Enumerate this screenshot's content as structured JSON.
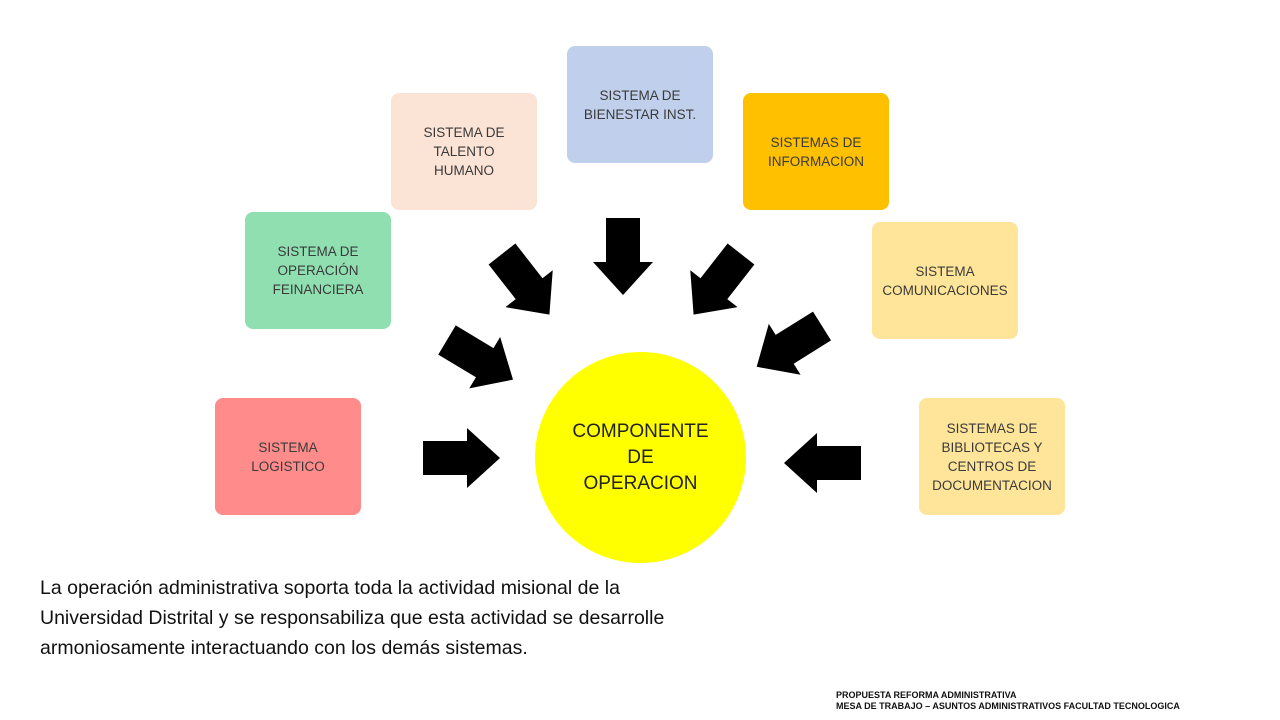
{
  "diagram": {
    "center": {
      "label": "COMPONENTE\nDE\nOPERACION",
      "color": "#ffff00"
    },
    "systems": [
      {
        "id": "logistico",
        "label": "SISTEMA\nLOGISTICO",
        "color": "#ff8b8b"
      },
      {
        "id": "financiera",
        "label": "SISTEMA DE\nOPERACIÓN\nFEINANCIERA",
        "color": "#8fdfb1"
      },
      {
        "id": "talento",
        "label": "SISTEMA DE\nTALENTO\nHUMANO",
        "color": "#fbe3d5"
      },
      {
        "id": "bienestar",
        "label": "SISTEMA DE\nBIENESTAR INST.",
        "color": "#c0d0ec"
      },
      {
        "id": "informacion",
        "label": "SISTEMAS DE\nINFORMACION",
        "color": "#ffc000"
      },
      {
        "id": "comunicaciones",
        "label": "SISTEMA\nCOMUNICACIONES",
        "color": "#ffe599"
      },
      {
        "id": "bibliotecas",
        "label": "SISTEMAS DE\nBIBLIOTECAS Y\nCENTROS DE\nDOCUMENTACION",
        "color": "#ffe599"
      }
    ],
    "arrow_color": "#000000"
  },
  "text": {
    "description": "La operación administrativa soporta toda la actividad misional de la Universidad Distrital y se responsabiliza que esta actividad se desarrolle armoniosamente interactuando con los demás sistemas.",
    "footer_line1": "PROPUESTA REFORMA ADMINISTRATIVA",
    "footer_line2": "MESA DE TRABAJO – ASUNTOS ADMINISTRATIVOS FACULTAD TECNOLOGICA"
  }
}
